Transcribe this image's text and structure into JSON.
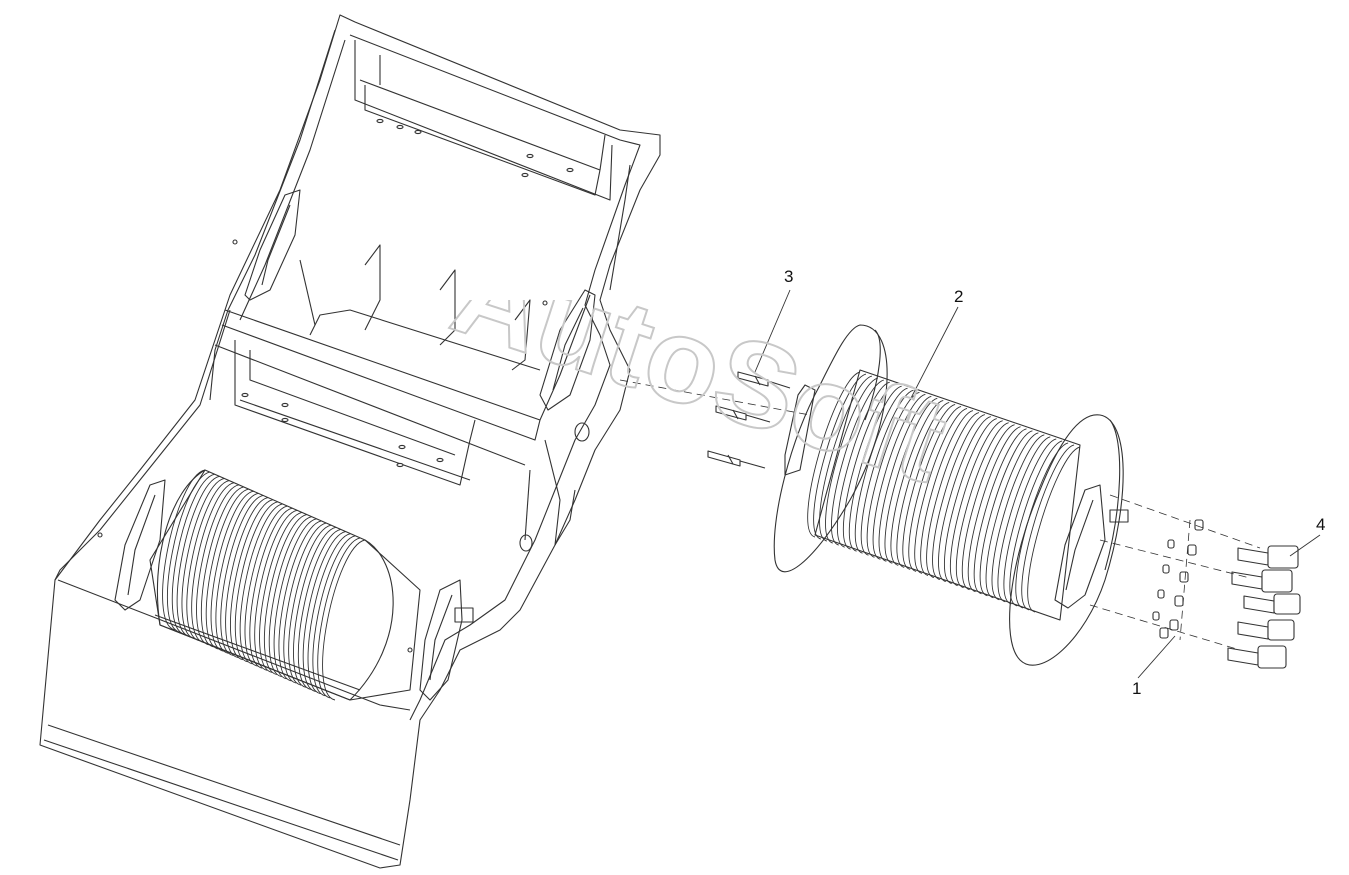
{
  "callouts": {
    "c1": "1",
    "c2": "2",
    "c3": "3",
    "c4": "4"
  },
  "watermark": {
    "text": "AutoSoft"
  },
  "colors": {
    "line": "#333333",
    "watermark": "#c8c8c8"
  }
}
